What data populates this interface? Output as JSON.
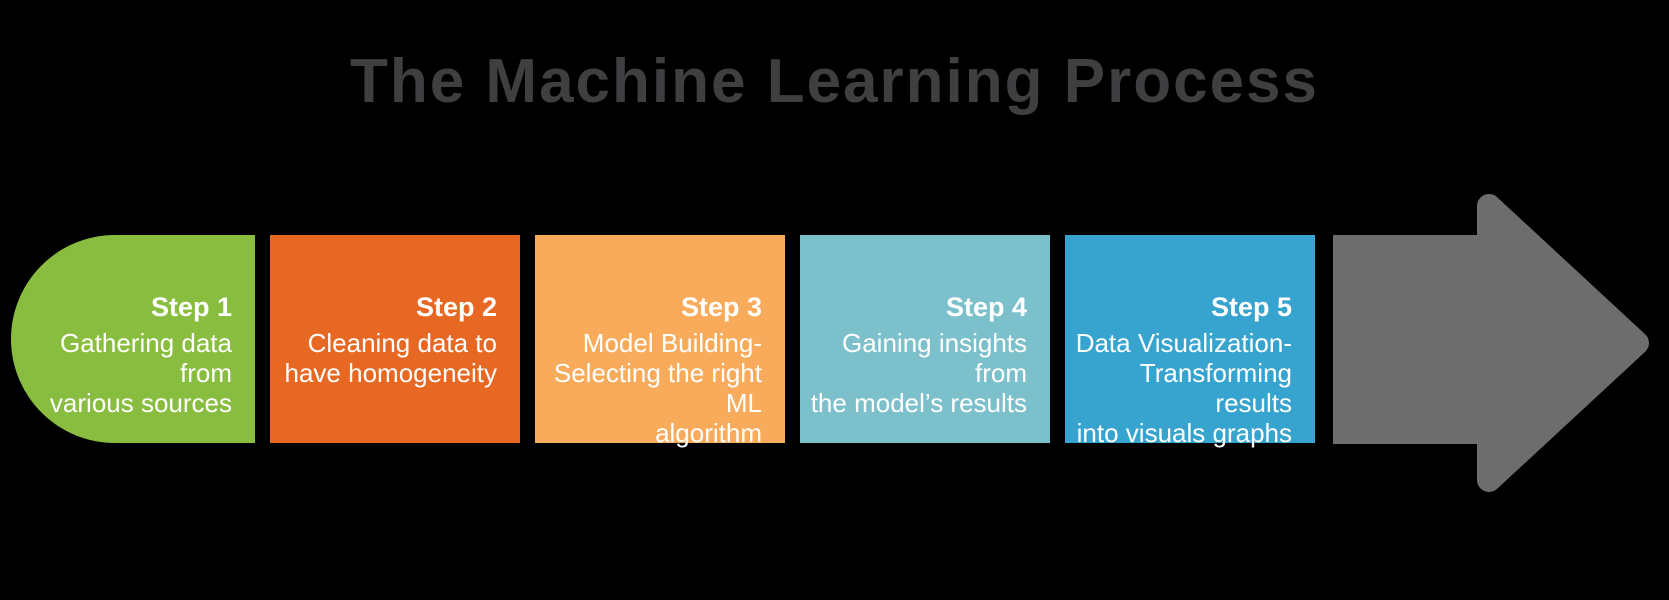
{
  "title": "The Machine Learning Process",
  "colors": {
    "background": "#000000",
    "title_text": "#3F3F41",
    "step_text": "#FFFFFF",
    "arrow": "#6D6D6D"
  },
  "steps": [
    {
      "label": "Step 1",
      "color": "#89BD3F",
      "lines": [
        "Gathering data from",
        "various sources"
      ]
    },
    {
      "label": "Step 2",
      "color": "#E76823",
      "lines": [
        "Cleaning data to",
        "have homogeneity"
      ]
    },
    {
      "label": "Step 3",
      "color": "#F9AB5C",
      "lines": [
        "Model Building-",
        "Selecting the right ML",
        "algorithm"
      ]
    },
    {
      "label": "Step 4",
      "color": "#7BC0CA",
      "lines": [
        "Gaining insights from",
        "the model’s results"
      ]
    },
    {
      "label": "Step 5",
      "color": "#36A4CE",
      "lines": [
        "Data Visualization-",
        "Transforming results",
        "into visuals graphs"
      ]
    }
  ]
}
